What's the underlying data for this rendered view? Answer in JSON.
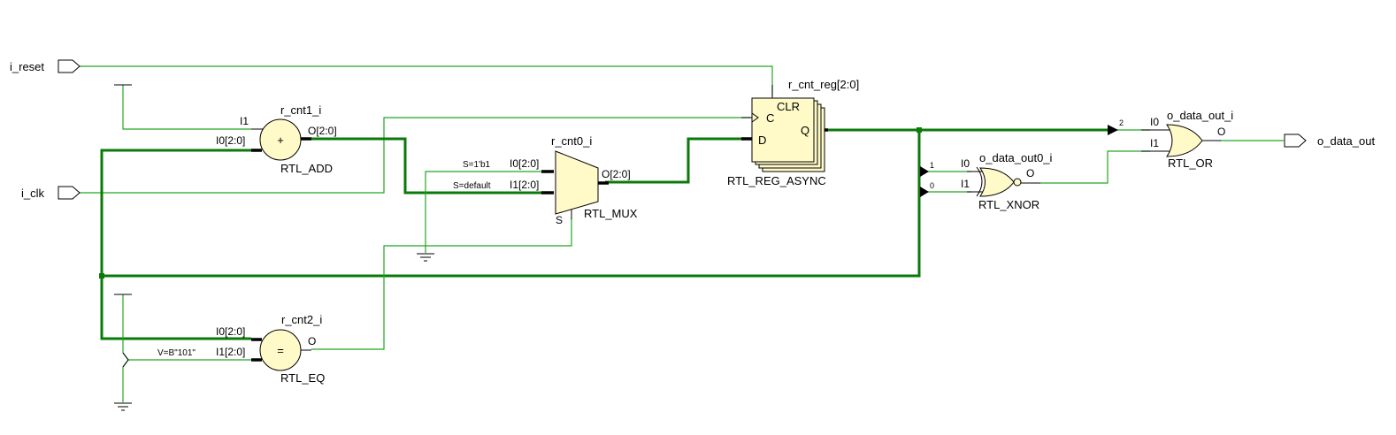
{
  "colors": {
    "background": "#ffffff",
    "net": "#22a622",
    "bus": "#0a7a0a",
    "cell_fill": "#fffac8",
    "outline": "#000000"
  },
  "ports": {
    "inputs": [
      {
        "name": "i_reset"
      },
      {
        "name": "i_clk"
      }
    ],
    "outputs": [
      {
        "name": "o_data_out"
      }
    ]
  },
  "cells": {
    "adder": {
      "instance": "r_cnt1_i",
      "type": "RTL_ADD",
      "symbol": "+",
      "pins": {
        "i1": "I1",
        "i0": "I0[2:0]",
        "o": "O[2:0]"
      }
    },
    "mux": {
      "instance": "r_cnt0_i",
      "type": "RTL_MUX",
      "pins": {
        "i0": "I0[2:0]",
        "i1": "I1[2:0]",
        "o": "O[2:0]",
        "s": "S"
      },
      "annotations": {
        "i0": "S=1'b1",
        "i1": "S=default"
      }
    },
    "register": {
      "instance": "r_cnt_reg[2:0]",
      "type": "RTL_REG_ASYNC",
      "pins": {
        "clr": "CLR",
        "c": "C",
        "d": "D",
        "q": "Q"
      }
    },
    "xnor": {
      "instance": "o_data_out0_i",
      "type": "RTL_XNOR",
      "pins": {
        "i0": "I0",
        "i1": "I1",
        "o": "O"
      },
      "bit_taps": {
        "i0": "1",
        "i1": "0"
      }
    },
    "or": {
      "instance": "o_data_out_i",
      "type": "RTL_OR",
      "pins": {
        "i0": "I0",
        "i1": "I1",
        "o": "O"
      },
      "bit_taps": {
        "i0": "2"
      }
    },
    "eq": {
      "instance": "r_cnt2_i",
      "type": "RTL_EQ",
      "symbol": "=",
      "pins": {
        "i0": "I0[2:0]",
        "i1": "I1[2:0]",
        "o": "O"
      },
      "annotations": {
        "i1": "V=B\"101\""
      }
    }
  }
}
